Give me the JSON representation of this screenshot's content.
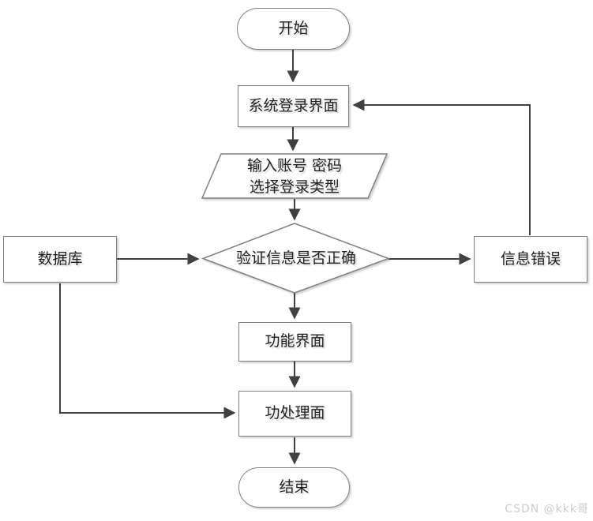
{
  "diagram": {
    "kind": "flowchart",
    "nodes": {
      "start": {
        "label": "开始",
        "shape": "terminator"
      },
      "login_ui": {
        "label": "系统登录界面",
        "shape": "process"
      },
      "input": {
        "label_line1": "输入账号 密码",
        "label_line2": "选择登录类型",
        "shape": "data-parallelogram"
      },
      "verify": {
        "label": "验证信息是否正确",
        "shape": "decision"
      },
      "database": {
        "label": "数据库",
        "shape": "process"
      },
      "info_error": {
        "label": "信息错误",
        "shape": "process"
      },
      "function_ui": {
        "label": "功能界面",
        "shape": "process"
      },
      "process_ui": {
        "label": "功处理面",
        "shape": "process"
      },
      "end": {
        "label": "结束",
        "shape": "terminator"
      }
    },
    "edges": [
      {
        "from": "start",
        "to": "login_ui"
      },
      {
        "from": "login_ui",
        "to": "input"
      },
      {
        "from": "input",
        "to": "verify"
      },
      {
        "from": "database",
        "to": "verify"
      },
      {
        "from": "verify",
        "to": "info_error"
      },
      {
        "from": "verify",
        "to": "function_ui"
      },
      {
        "from": "info_error",
        "to": "login_ui"
      },
      {
        "from": "function_ui",
        "to": "process_ui"
      },
      {
        "from": "database",
        "to": "process_ui"
      },
      {
        "from": "process_ui",
        "to": "end"
      }
    ],
    "colors": {
      "connector": "#404040",
      "shape_border": "#7f7f7f",
      "shape_fill": "#ffffff",
      "text": "#1f1f1f",
      "watermark": "#cccccc"
    }
  },
  "watermark": {
    "text": "CSDN @kkk哥"
  }
}
